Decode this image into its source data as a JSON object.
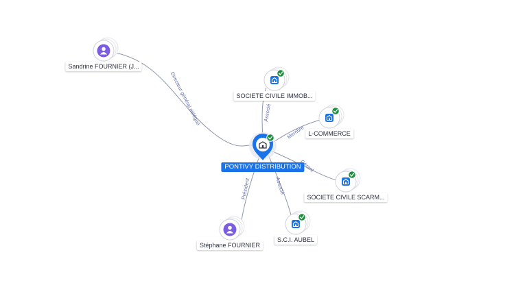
{
  "colors": {
    "company": "#1a73e8",
    "person": "#7c5ce0",
    "verified": "#1e8e3e",
    "edge": "#8e96a8",
    "edge_label": "#6470a8"
  },
  "nodes": [
    {
      "id": "center",
      "label": "PONTIVY DISTRIBUTION",
      "kind": "company-main",
      "icon": "building-icon",
      "verified": true
    },
    {
      "id": "sandrine",
      "label": "Sandrine FOURNIER (J...",
      "kind": "person",
      "icon": "person-icon"
    },
    {
      "id": "sci_immob",
      "label": "SOCIETE CIVILE IMMOB...",
      "kind": "company",
      "icon": "building-icon",
      "verified": true
    },
    {
      "id": "lcommerce",
      "label": "L-COMMERCE",
      "kind": "company",
      "icon": "building-icon",
      "verified": true
    },
    {
      "id": "sci_scarm",
      "label": "SOCIETE CIVILE SCARM...",
      "kind": "company",
      "icon": "building-icon",
      "verified": true
    },
    {
      "id": "aubel",
      "label": "S.C.I. AUBEL",
      "kind": "company",
      "icon": "building-icon",
      "verified": true
    },
    {
      "id": "stephane",
      "label": "Stéphane FOURNIER",
      "kind": "person",
      "icon": "person-icon"
    }
  ],
  "edges": [
    {
      "from": "sandrine",
      "to": "center",
      "label": "Directeur général délégué"
    },
    {
      "from": "sci_immob",
      "to": "center",
      "label": "Associé"
    },
    {
      "from": "lcommerce",
      "to": "center",
      "label": "Membre"
    },
    {
      "from": "sci_scarm",
      "to": "center",
      "label": "Gérant"
    },
    {
      "from": "aubel",
      "to": "center",
      "label": "Associé"
    },
    {
      "from": "stephane",
      "to": "center",
      "label": "Président"
    }
  ]
}
